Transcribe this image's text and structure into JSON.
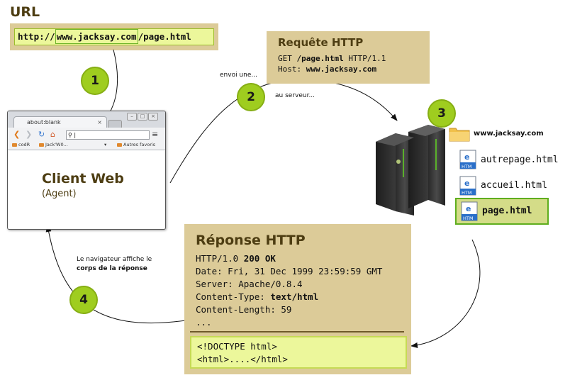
{
  "url": {
    "title": "URL",
    "protocol": "http://",
    "host": "www.jacksay.com",
    "path": "/page.html"
  },
  "steps": [
    "1",
    "2",
    "3",
    "4"
  ],
  "notes": {
    "envoi": "envoi une...",
    "serveur": "au serveur...",
    "affiche_line1": "Le navigateur affiche le",
    "affiche_line2": "corps de la réponse"
  },
  "request": {
    "title": "Requête HTTP",
    "line1_pre": "GET ",
    "line1_path": "/page.html",
    "line1_post": " HTTP/1.1",
    "line2_pre": "Host: ",
    "line2_host": "www.jacksay.com"
  },
  "browser": {
    "tab_title": "about:blank",
    "tab_close": "×",
    "address": "",
    "bookmarks": [
      "codR",
      "Jack'W0...",
      "Autres favoris"
    ],
    "client_title": "Client Web",
    "client_subtitle": "(Agent)"
  },
  "server_files": {
    "folder": "www.jacksay.com",
    "files": [
      "autrepage.html",
      "accueil.html",
      "page.html"
    ],
    "icon_label": "HTM",
    "highlighted": "page.html"
  },
  "response": {
    "title": "Réponse HTTP",
    "status_pre": "HTTP/1.0 ",
    "status_bold": "200 OK",
    "date": "Date: Fri, 31 Dec 1999 23:59:59 GMT",
    "server": "Server: Apache/0.8.4",
    "ctype_pre": "Content-Type: ",
    "ctype_bold": "text/html",
    "clength": "Content-Length: 59",
    "ellipsis": "...",
    "body_line1": "<!DOCTYPE html>",
    "body_line2": "<html>....</html>"
  },
  "colors": {
    "panel": "#dccb98",
    "title_brown": "#4d3d12",
    "highlight": "#ecf79b",
    "step_green": "#9fcd1f",
    "file_highlight": "#d4dc88"
  }
}
